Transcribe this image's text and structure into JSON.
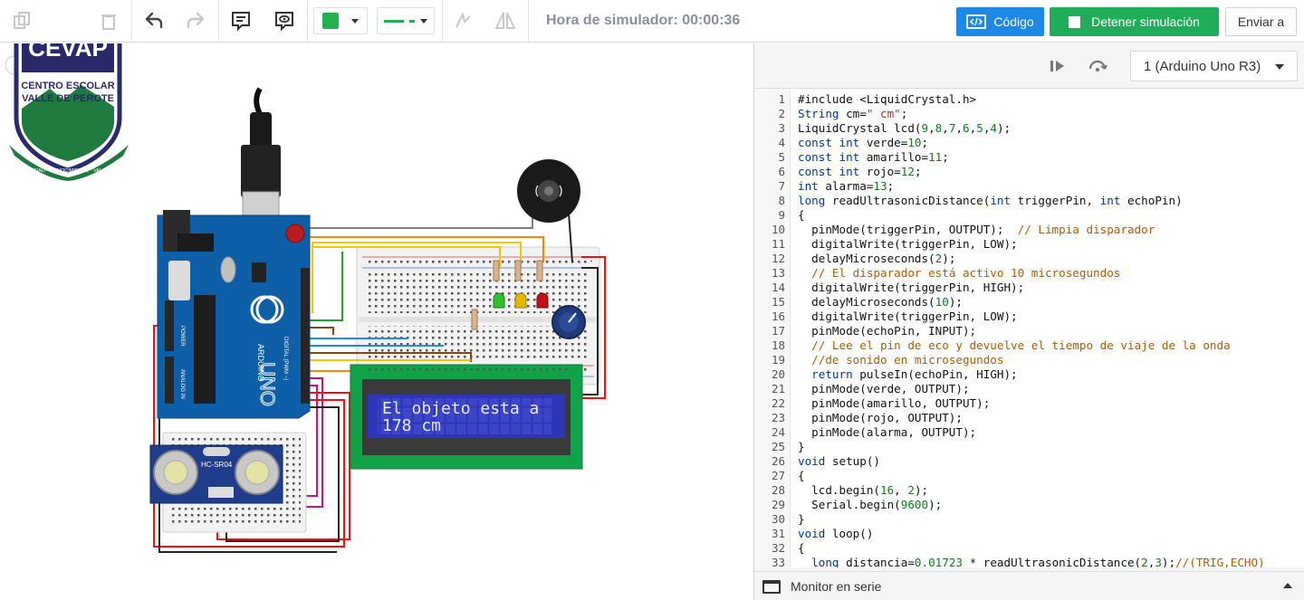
{
  "toolbar": {
    "sim_time_label": "Hora de simulador: 00:00:36",
    "code_label": "Código",
    "stop_label": "Detener simulación",
    "send_label": "Enviar a",
    "color_swatch": "#22b14c"
  },
  "logo": {
    "abbr": "CEVAP",
    "line1": "CENTRO ESCOLAR",
    "line2": "VALLE DE PEROTE",
    "ribbon": "UNIDAD · CONOCIMIENTO · VALOR"
  },
  "circuit": {
    "lcd_line1": "El objeto esta a",
    "lcd_line2": "178 cm",
    "sensor_label": "HC-SR04",
    "arduino_label": "ARDUINO",
    "uno_label": "UNO",
    "digital_label": "DIGITAL (PWM ~)",
    "analog_label": "ANALOG IN",
    "power_label": "POWER"
  },
  "code_panel": {
    "board": "1 (Arduino Uno R3)",
    "serial_monitor": "Monitor en serie",
    "line_numbers": [
      "1",
      "2",
      "3",
      "4",
      "5",
      "6",
      "7",
      "8",
      "9",
      "10",
      "11",
      "12",
      "13",
      "14",
      "15",
      "16",
      "17",
      "18",
      "19",
      "20",
      "21",
      "22",
      "23",
      "24",
      "25",
      "26",
      "27",
      "28",
      "29",
      "30",
      "31",
      "32",
      "33"
    ],
    "lines": [
      "#include <LiquidCrystal.h>",
      "String cm=\" cm\";",
      "LiquidCrystal lcd(9,8,7,6,5,4);",
      "const int verde=10;",
      "const int amarillo=11;",
      "const int rojo=12;",
      "int alarma=13;",
      "long readUltrasonicDistance(int triggerPin, int echoPin)",
      "{",
      "  pinMode(triggerPin, OUTPUT);  // Limpia disparador",
      "  digitalWrite(triggerPin, LOW);",
      "  delayMicroseconds(2);",
      "  // El disparador está activo 10 microsegundos",
      "  digitalWrite(triggerPin, HIGH);",
      "  delayMicroseconds(10);",
      "  digitalWrite(triggerPin, LOW);",
      "  pinMode(echoPin, INPUT);",
      "  // Lee el pin de eco y devuelve el tiempo de viaje de la onda",
      "  //de sonido en microsegundos",
      "  return pulseIn(echoPin, HIGH);",
      "  pinMode(verde, OUTPUT);",
      "  pinMode(amarillo, OUTPUT);",
      "  pinMode(rojo, OUTPUT);",
      "  pinMode(alarma, OUTPUT);",
      "}",
      "void setup()",
      "{",
      "  lcd.begin(16, 2);",
      "  Serial.begin(9600);",
      "}",
      "void loop()",
      "{",
      "  long distancia=0.01723 * readUltrasonicDistance(2,3);//(TRIG,ECHO)"
    ]
  }
}
